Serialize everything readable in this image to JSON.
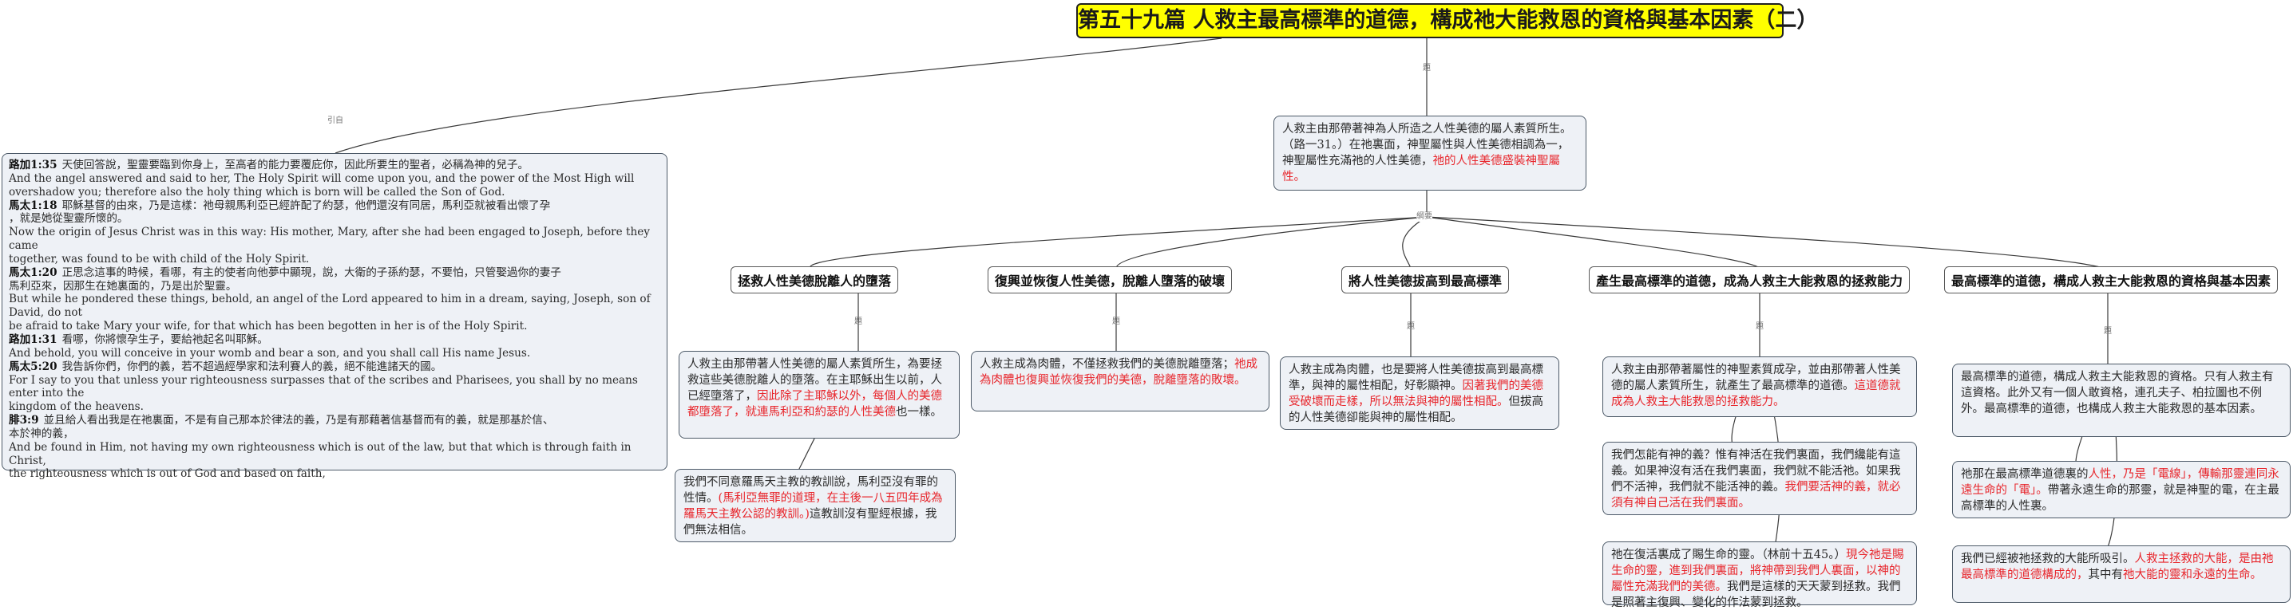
{
  "title": "第五十九篇 人救主最高標準的道德，構成祂大能救恩的資格與基本因素（二）",
  "edge_labels": {
    "root_right": "題",
    "root_left": "引自",
    "outline": "綱要",
    "t1": "題",
    "t2": "題",
    "t3": "題",
    "t4": "題",
    "t5": "題"
  },
  "intro": {
    "segments": [
      {
        "text": "人救主由那帶著神為人所造之人性美德的屬人素質所生。（路一31。）在祂裏面，神聖屬性與人性美德相調為一，神聖屬性充滿祂的人性美德，",
        "red": false
      },
      {
        "text": "祂的人性美德盛裝神聖屬性。",
        "red": true
      }
    ]
  },
  "verses": [
    {
      "ref": "路加1:35",
      "lines": [
        "天使回答說，聖靈要臨到你身上，至高者的能力要覆庇你，因此所要生的聖者，必稱為神的兒子。",
        "And the angel answered and said to her, The Holy Spirit will come upon you, and the power of the Most High will",
        "overshadow you; therefore also the holy thing which is born will be called the Son of God."
      ]
    },
    {
      "ref": "馬太1:18",
      "lines": [
        "耶穌基督的由來，乃是這樣：祂母親馬利亞已經許配了約瑟，他們還沒有同居，馬利亞就被看出懷了孕",
        "，就是她從聖靈所懷的。",
        "Now the origin of Jesus Christ was in this way: His mother, Mary, after she had been engaged to Joseph, before they came",
        "together, was found to be with child of the Holy Spirit."
      ]
    },
    {
      "ref": "馬太1:20",
      "lines": [
        "正思念這事的時候，看哪，有主的使者向他夢中顯現，說，大衛的子孫約瑟，不要怕，只管娶過你的妻子",
        "馬利亞來，因那生在她裏面的，乃是出於聖靈。",
        "But while he pondered these things, behold, an angel of the Lord appeared to him in a dream, saying, Joseph, son of David, do not",
        " be afraid to take Mary your wife, for that which has been begotten in her is of the Holy Spirit."
      ]
    },
    {
      "ref": "路加1:31",
      "lines": [
        "看哪，你將懷孕生子，要給祂起名叫耶穌。",
        "And behold, you will conceive in your womb and bear a son, and you shall call His name Jesus."
      ]
    },
    {
      "ref": "馬太5:20",
      "lines": [
        "我告訴你們，你們的義，若不超過經學家和法利賽人的義，絕不能進諸天的國。",
        "For I say to you that unless your righteousness surpasses that of the scribes and Pharisees, you shall by no means enter into the",
        "kingdom of the heavens."
      ]
    },
    {
      "ref": "腓3:9",
      "lines": [
        "並且給人看出我是在祂裏面，不是有自己那本於律法的義，乃是有那藉著信基督而有的義，就是那基於信、",
        "本於神的義，",
        "And be found in Him, not having my own righteousness which is out of the law, but that which is through faith in Christ,",
        "the righteousness which is out of God and based on faith,"
      ]
    }
  ],
  "topics": [
    "拯救人性美德脫離人的墮落",
    "復興並恢復人性美德，脫離人墮落的破壞",
    "將人性美德拔高到最高標準",
    "產生最高標準的道德，成為人救主大能救恩的拯救能力",
    "最高標準的道德，構成人救主大能救恩的資格與基本因素"
  ],
  "notes": {
    "t1a": [
      {
        "text": "人救主由那帶著人性美德的屬人素質所生，為要拯救這些美德脫離人的墮落。在主耶穌出生以前，人已經墮落了，",
        "red": false
      },
      {
        "text": "因此除了主耶穌以外，每個人的美德都墮落了，就連馬利亞和約瑟的人性美德",
        "red": true
      },
      {
        "text": "也一樣。",
        "red": false
      }
    ],
    "t1b": [
      {
        "text": "我們不同意羅馬天主教的教訓說，馬利亞沒有罪的性情。",
        "red": false
      },
      {
        "text": "(馬利亞無罪的道理，在主後一八五四年成為羅馬天主教公認的教訓。)",
        "red": true
      },
      {
        "text": "這教訓沒有聖經根據，我們無法相信。",
        "red": false
      }
    ],
    "t2": [
      {
        "text": "人救主成為肉體，不僅拯救我們的美德脫離墮落；",
        "red": false
      },
      {
        "text": "祂成為肉體也復興並恢復我們的美德，脫離墮落的敗壞。",
        "red": true
      }
    ],
    "t3": [
      {
        "text": "人救主成為肉體，也是要將人性美德拔高到最高標準，與神的屬性相配，好彰顯神。",
        "red": false
      },
      {
        "text": "因著我們的美德受破壞而走樣，所以無法與神的屬性相配。",
        "red": true
      },
      {
        "text": "但拔高的人性美德卻能與神的屬性相配。",
        "red": false
      }
    ],
    "t4a": [
      {
        "text": "人救主由那帶著屬性的神聖素質成孕，並由那帶著人性美德的屬人素質所生，就產生了最高標準的道德。",
        "red": false
      },
      {
        "text": "這道德就成為人救主大能救恩的拯救能力。",
        "red": true
      }
    ],
    "t4b": [
      {
        "text": "我們怎能有神的義？惟有神活在我們裏面，我們纔能有這義。如果神沒有活在我們裏面，我們就不能活祂。如果我們不活神，我們就不能活神的義。",
        "red": false
      },
      {
        "text": "我們要活神的義，就必須有神自己活在我們裏面。",
        "red": true
      }
    ],
    "t4c": [
      {
        "text": "祂在復活裏成了賜生命的靈。（林前十五45。）",
        "red": false
      },
      {
        "text": "現今祂是賜生命的靈，進到我們裏面，將神帶到我們人裏面，以神的屬性充滿我們的美德。",
        "red": true
      },
      {
        "text": "我們是這樣的天天蒙到拯救。我們是照著主復興、變化的作法蒙到拯救。",
        "red": false
      }
    ],
    "t5a": [
      {
        "text": "最高標準的道德，構成人救主大能救恩的資格。只有人救主有這資格。此外又有一個人敢資格，連孔夫子、柏拉圖也不例外。最高標準的道德，也構成人救主大能救恩的基本因素。",
        "red": false
      }
    ],
    "t5b": [
      {
        "text": "祂那在最高標準道德裏的",
        "red": false
      },
      {
        "text": "人性，乃是「電線」，傳輸那靈連同永遠生命的「電」。",
        "red": true
      },
      {
        "text": "帶著永遠生命的那靈，就是神聖的電，在主最高標準的人性裏。",
        "red": false
      }
    ],
    "t5c": [
      {
        "text": "我們已經被祂拯救的大能所吸引。",
        "red": false
      },
      {
        "text": "人救主拯救的大能，是由祂最高標準的道德構成的，",
        "red": true
      },
      {
        "text": "其中有",
        "red": false
      },
      {
        "text": "祂大能的靈和永遠的生命。",
        "red": true
      }
    ]
  },
  "colors": {
    "title_bg": "#ffff00",
    "node_bg": "#eef1f6",
    "border": "#4d5a68",
    "highlight": "#e8262c",
    "line": "#3a3a3a"
  }
}
